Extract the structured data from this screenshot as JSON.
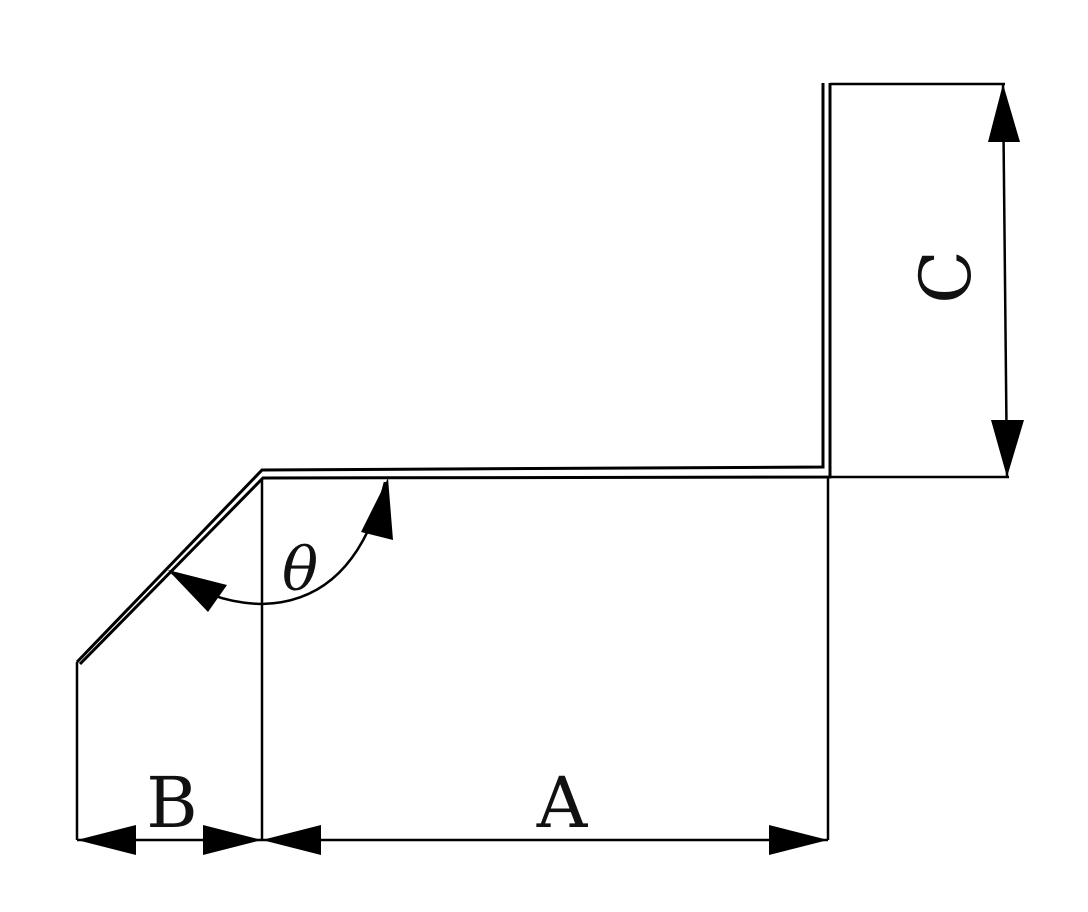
{
  "diagram": {
    "labels": {
      "dimension_a": "A",
      "dimension_b": "B",
      "dimension_c": "C",
      "angle": "θ"
    },
    "colors": {
      "stroke": "#000000",
      "background": "#ffffff"
    }
  }
}
